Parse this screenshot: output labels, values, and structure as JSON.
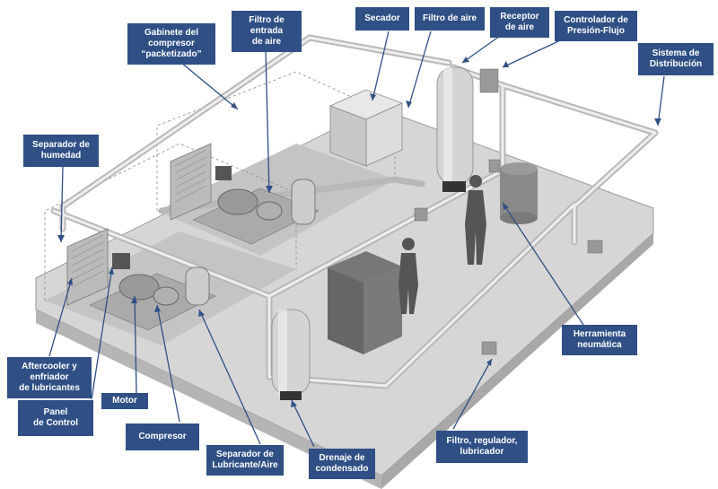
{
  "colors": {
    "label_bg": "#2f4f85",
    "label_text": "#ffffff",
    "leader": "#2f4f85",
    "floor": "#d9d9d9",
    "pipe": "#dcdcdc"
  },
  "labels": {
    "gabinete": "Gabinete del\ncompresor\n“packetizado”",
    "filtro_entrada": "Filtro de\nentrada\nde aire",
    "secador": "Secador",
    "filtro_aire": "Filtro de aire",
    "receptor": "Receptor\nde aire",
    "controlador": "Controlador de\nPresión-Flujo",
    "sistema": "Sistema de\nDistribución",
    "separador_humedad": "Separador de\nhumedad",
    "aftercooler": "Aftercooler y\nenfriador\nde lubricantes",
    "panel": "Panel\nde Control",
    "motor": "Motor",
    "compresor": "Compresor",
    "separador_lubricante": "Separador de\nLubricante/Aire",
    "drenaje": "Drenaje de\ncondensado",
    "filtro_regulador": "Filtro, regulador,\nlubricador",
    "herramienta": "Herramienta\nneumática"
  }
}
